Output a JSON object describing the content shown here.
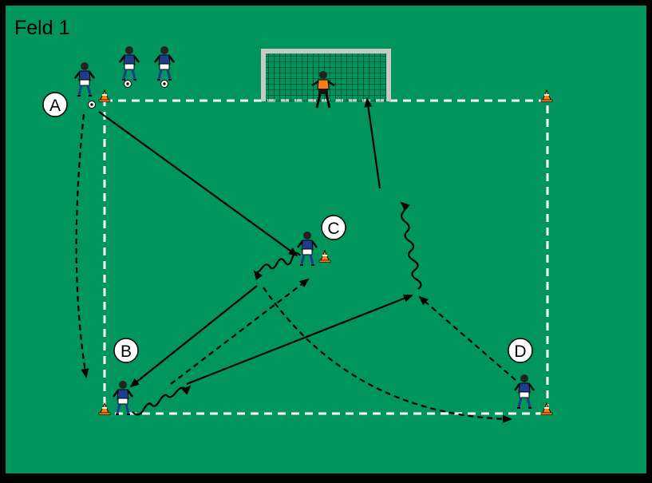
{
  "title": "Feld 1",
  "colors": {
    "field": "#00955c",
    "border": "#000000",
    "line": "#ffffff",
    "shirt": "#1e3c8c",
    "keeper": "#ff7a18",
    "cone": "#ff7a18",
    "arrow": "#000000"
  },
  "players": {
    "a": "A",
    "b": "B",
    "c": "C",
    "d": "D"
  },
  "icons": [
    "player-icon",
    "goalkeeper-icon",
    "goal-icon",
    "cone-icon",
    "ball-icon"
  ]
}
